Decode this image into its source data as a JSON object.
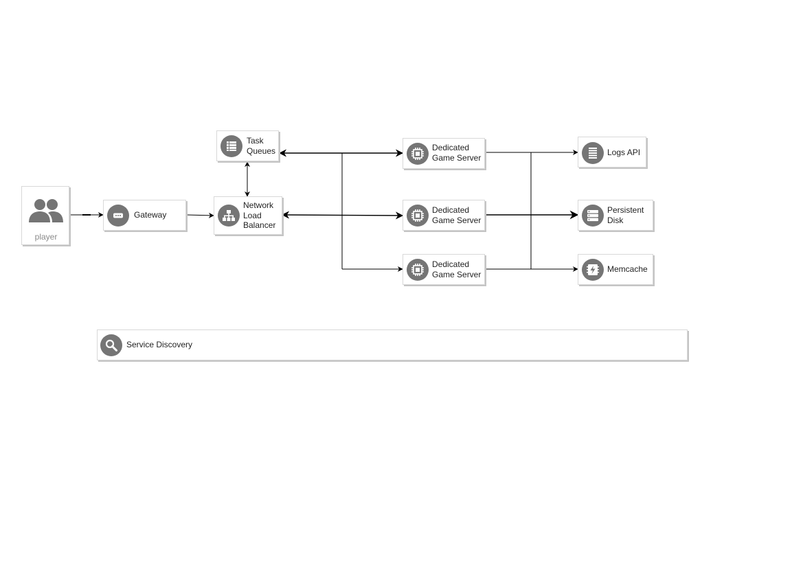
{
  "diagram": {
    "nodes": {
      "player": {
        "label": "player",
        "icon": "users-icon"
      },
      "gateway": {
        "label": "Gateway",
        "icon": "gateway-icon"
      },
      "task_queues": {
        "label": "Task\nQueues",
        "icon": "list-icon"
      },
      "load_balancer": {
        "label": "Network\nLoad\nBalancer",
        "icon": "load-balancer-icon"
      },
      "dgs_1": {
        "label": "Dedicated\nGame Server",
        "icon": "chip-icon"
      },
      "dgs_2": {
        "label": "Dedicated\nGame Server",
        "icon": "chip-icon"
      },
      "dgs_3": {
        "label": "Dedicated\nGame Server",
        "icon": "chip-icon"
      },
      "logs_api": {
        "label": "Logs API",
        "icon": "logs-icon"
      },
      "persistent_disk": {
        "label": "Persistent\nDisk",
        "icon": "disk-icon"
      },
      "memcache": {
        "label": "Memcache",
        "icon": "memcache-icon"
      },
      "service_discovery": {
        "label": "Service Discovery",
        "icon": "search-icon"
      }
    },
    "edges": [
      {
        "from": "player",
        "to": "gateway",
        "direction": "forward"
      },
      {
        "from": "gateway",
        "to": "load_balancer",
        "direction": "forward"
      },
      {
        "from": "load_balancer",
        "to": "task_queues",
        "direction": "both"
      },
      {
        "from": "task_queues",
        "to": "dgs_1",
        "direction": "both"
      },
      {
        "from": "load_balancer",
        "to": "dgs_2",
        "direction": "both"
      },
      {
        "from": "load_balancer",
        "to": "dgs_3",
        "direction": "forward"
      },
      {
        "from": "dgs_1",
        "to": "logs_api",
        "direction": "forward"
      },
      {
        "from": "dgs_2",
        "to": "persistent_disk",
        "direction": "forward"
      },
      {
        "from": "dgs_3",
        "to": "memcache",
        "direction": "forward"
      }
    ],
    "colors": {
      "icon": "#757575",
      "edge": "#000000",
      "shadow": "#c4c4c4",
      "muted_text": "#8a8a8a"
    }
  }
}
